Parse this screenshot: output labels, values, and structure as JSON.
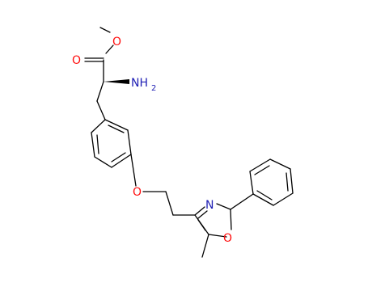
{
  "molecule": {
    "colors": {
      "carbon": "#000000",
      "oxygen": "#ff0d0d",
      "nitrogen": "#1e1eb4",
      "background": "#ffffff"
    },
    "atom_labels": {
      "ester_methyl_o": "O",
      "carbonyl_o": "O",
      "amine": "NH",
      "amine_subscript": "2",
      "ether_o": "O",
      "oxazole_n": "N",
      "oxazole_o": "O"
    }
  }
}
